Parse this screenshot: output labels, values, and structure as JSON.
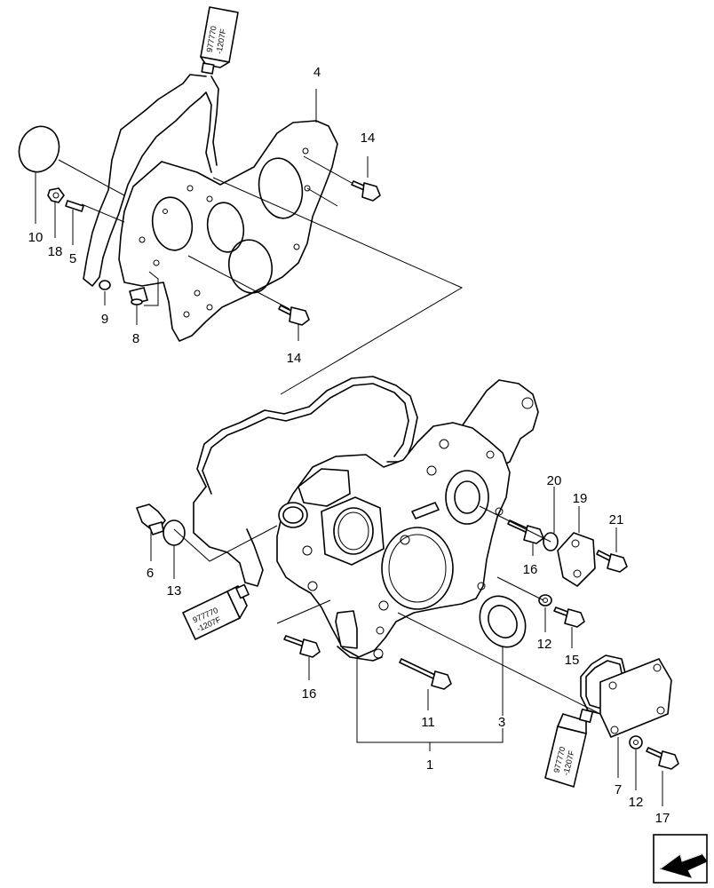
{
  "callouts": {
    "c4": "4",
    "c14a": "14",
    "c10": "10",
    "c18": "18",
    "c5": "5",
    "c9": "9",
    "c8": "8",
    "c14b": "14",
    "c20": "20",
    "c19": "19",
    "c21": "21",
    "c6": "6",
    "c13": "13",
    "c16a": "16",
    "c12a": "12",
    "c15": "15",
    "c16b": "16",
    "c11": "11",
    "c3": "3",
    "c1": "1",
    "c7": "7",
    "c12b": "12",
    "c17": "17"
  },
  "sealant_tubes": {
    "top_line1": "977770",
    "top_line2": "-1207F",
    "left_line1": "977770",
    "left_line2": "-1207F",
    "right_line1": "977770",
    "right_line2": "-1207F"
  },
  "nav_icon": "next-page-arrow-icon"
}
